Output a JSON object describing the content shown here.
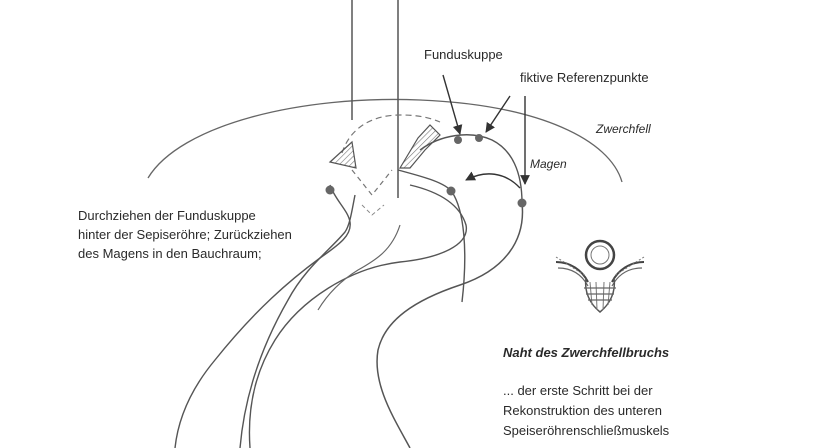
{
  "labels": {
    "funduskuppe": "Funduskuppe",
    "referenzpunkte": "fiktive Referenzpunkte",
    "zwerchfell": "Zwerchfell",
    "magen": "Magen",
    "description": [
      "Durchziehen der Funduskuppe",
      "hinter der Sepiseröhre; Zurückziehen",
      "des Magens in den Bauchraum;"
    ],
    "naht_title": "Naht des Zwerchfellbruchs",
    "naht_text": [
      "... der erste Schritt bei der",
      "Rekonstruktion des unteren",
      "Speiseröhrenschließmuskels"
    ]
  },
  "colors": {
    "line": "#555555",
    "dot": "#666666",
    "text": "#2a2a2a"
  }
}
